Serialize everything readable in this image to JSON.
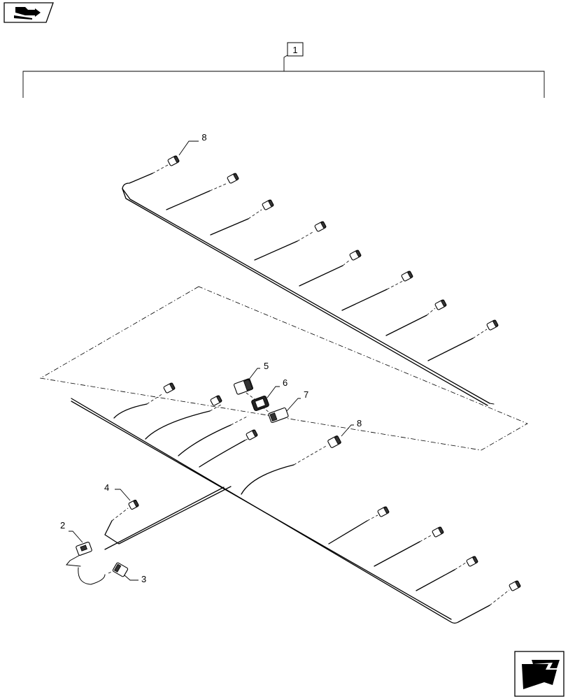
{
  "callouts": {
    "c1": "1",
    "c2": "2",
    "c3": "3",
    "c4": "4",
    "c5": "5",
    "c6": "6",
    "c7": "7",
    "c8_top": "8",
    "c8_lower": "8"
  },
  "icons": {
    "top_left": "previous-page-icon",
    "bottom_right": "next-page-icon"
  }
}
